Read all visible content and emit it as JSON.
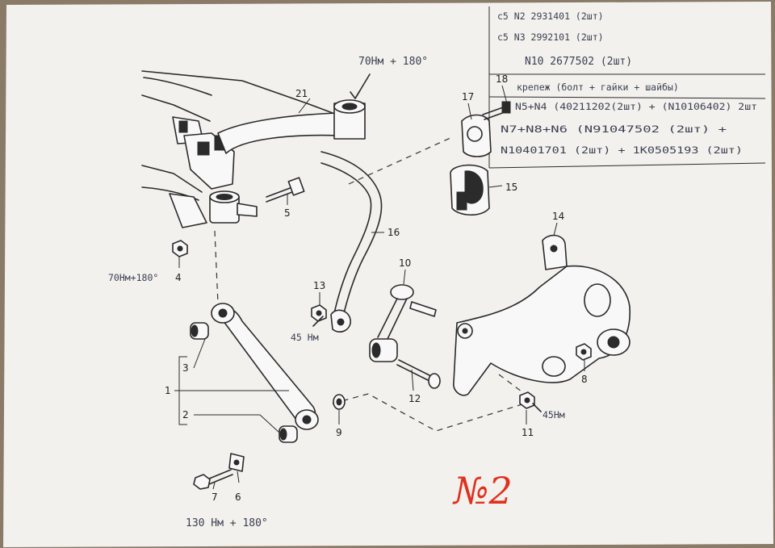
{
  "callouts": {
    "c1": "1",
    "c2": "2",
    "c3": "3",
    "c4": "4",
    "c5": "5",
    "c6": "6",
    "c7": "7",
    "c8": "8",
    "c9": "9",
    "c10": "10",
    "c11": "11",
    "c12": "12",
    "c13": "13",
    "c14": "14",
    "c15": "15",
    "c16": "16",
    "c17": "17",
    "c18": "18",
    "c21": "21"
  },
  "handwritten": {
    "torque_top": "70Нм + 180°",
    "torque_left": "70Нм+180°",
    "torque_link": "45 Нм",
    "torque_nut": "45Нм",
    "torque_bottom": "130 Нм + 180°",
    "sheet_number": "№2"
  },
  "notes": [
    "c5  N2  2931401 (2шт)",
    "c5  N3  2992101 (2шт)",
    "N10  2677502  (2шт)",
    "крепеж (болт + гайки + шайбы)",
    "N5+N4 (40211202(2шт) + (N10106402) 2шт",
    "N7+N8+N6 (N91047502 (2шт) +",
    "N10401701 (2шт) + 1K0505193 (2шт)"
  ]
}
